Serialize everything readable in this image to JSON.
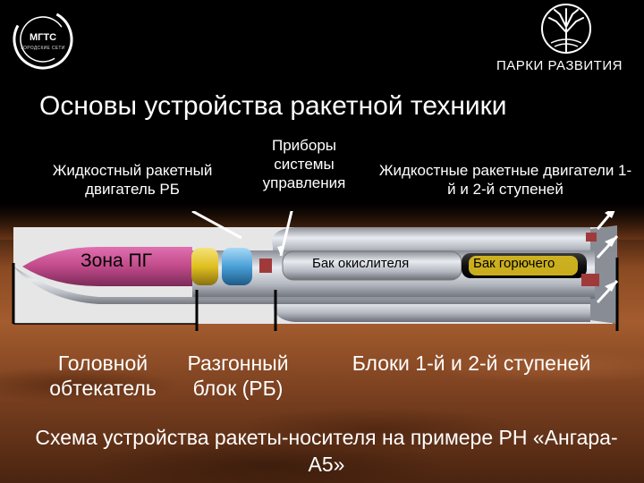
{
  "logo_left": {
    "text": "МГТС",
    "subtitle": "ГОРОДСКИЕ СЕТИ"
  },
  "logo_right": {
    "text": "ПАРКИ РАЗВИТИЯ"
  },
  "title": "Основы устройства ракетной техники",
  "labels": {
    "rb_engine": "Жидкостный ракетный двигатель РБ",
    "control_instruments": "Приборы системы управления",
    "stage_engines": "Жидкостные ракетные двигатели 1-й и 2-й ступеней"
  },
  "rocket": {
    "zone_pg": "Зона ПГ",
    "oxidizer_tank": "Бак окислителя",
    "fuel_tank": "Бак горючего"
  },
  "bottom_labels": {
    "fairing": "Головной обтекатель",
    "upper_stage": "Разгонный блок (РБ)",
    "stage_blocks": "Блоки 1-й и 2-й ступеней"
  },
  "caption": "Схема устройства ракеты-носителя на примере РН «Ангара-А5»",
  "colors": {
    "background": "#000000",
    "fairing": "#c04a8a",
    "tank_yellow": "#e0c020",
    "tank_blue": "#4aa0d8",
    "body": "#c8ccd4",
    "mars": "#a35c2e",
    "text": "#ffffff"
  }
}
